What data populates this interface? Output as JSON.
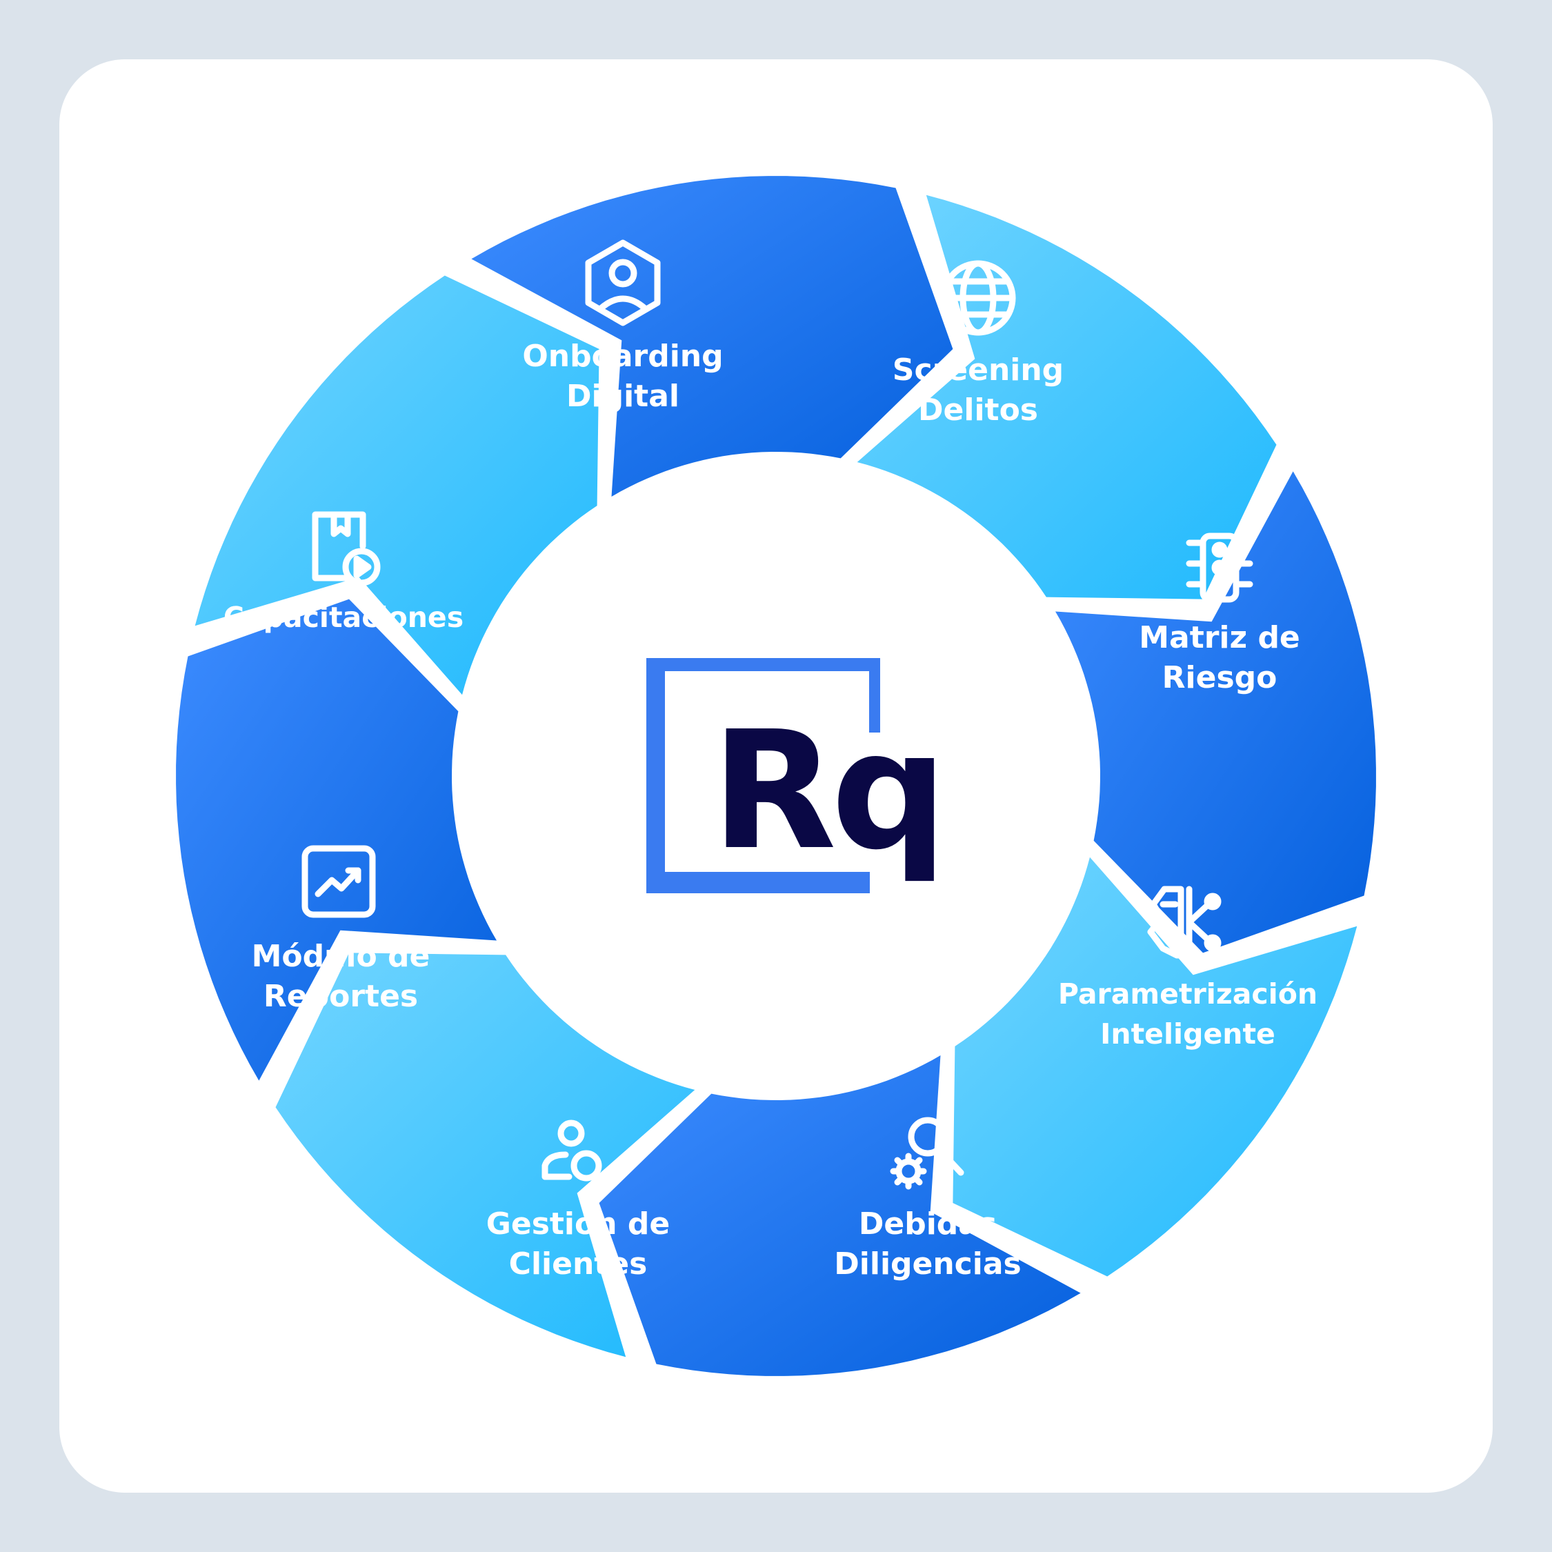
{
  "logo": {
    "text": "Rq",
    "frame_color": "#3a7bf0",
    "text_color": "#0a0845"
  },
  "colors": {
    "dark_segment_start": "#3d8cff",
    "dark_segment_end": "#0560dd",
    "light_segment_start": "#72d5ff",
    "light_segment_end": "#1fb9fd",
    "label": "#ffffff"
  },
  "segments": [
    {
      "id": "onboarding",
      "lines": [
        "Onboarding",
        "Digital"
      ],
      "icon": "person-hexagon-icon",
      "style": "dark"
    },
    {
      "id": "screening",
      "lines": [
        "Screening",
        "Delitos"
      ],
      "icon": "globe-icon",
      "style": "light"
    },
    {
      "id": "matriz",
      "lines": [
        "Matriz de",
        "Riesgo"
      ],
      "icon": "traffic-light-icon",
      "style": "dark"
    },
    {
      "id": "parametrizacion",
      "lines": [
        "Parametrización",
        "Inteligente"
      ],
      "icon": "ai-brain-icon",
      "style": "light"
    },
    {
      "id": "debidas",
      "lines": [
        "Debidas",
        "Diligencias"
      ],
      "icon": "gear-search-icon",
      "style": "dark"
    },
    {
      "id": "gestion",
      "lines": [
        "Gestión de",
        "Clientes"
      ],
      "icon": "user-search-icon",
      "style": "light"
    },
    {
      "id": "reportes",
      "lines": [
        "Módulo de",
        "Reportes"
      ],
      "icon": "trend-chart-icon",
      "style": "dark"
    },
    {
      "id": "capacitaciones",
      "lines": [
        "Capacitaciones"
      ],
      "icon": "book-play-icon",
      "style": "light"
    }
  ]
}
